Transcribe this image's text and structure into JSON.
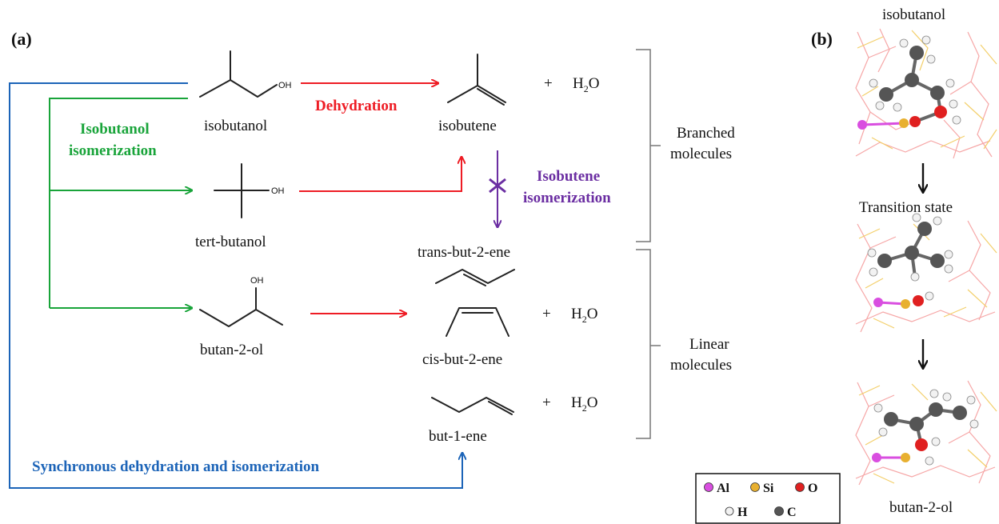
{
  "panel_a": {
    "label": "(a)",
    "compounds": {
      "isobutanol": "isobutanol",
      "tert_butanol": "tert-butanol",
      "butan_2_ol": "butan-2-ol",
      "isobutene": "isobutene",
      "trans_but_2_ene": "trans-but-2-ene",
      "cis_but_2_ene": "cis-but-2-ene",
      "but_1_ene": "but-1-ene"
    },
    "oh_label": "OH",
    "plus": "+",
    "water": {
      "main": "H",
      "sub": "2",
      "tail": "O"
    },
    "pathways": {
      "dehydration": {
        "label": "Dehydration",
        "color": "#ee1c24"
      },
      "isobutanol_isomerization": {
        "line1": "Isobutanol",
        "line2": "isomerization",
        "color": "#19a43a"
      },
      "isobutene_isomerization": {
        "line1": "Isobutene",
        "line2": "isomerization",
        "color": "#6b2ea2"
      },
      "synchronous": {
        "label": "Synchronous dehydration and isomerization",
        "color": "#1c64b8"
      }
    },
    "groups": {
      "branched": {
        "line1": "Branched",
        "line2": "molecules"
      },
      "linear": {
        "line1": "Linear",
        "line2": "molecules"
      }
    }
  },
  "panel_b": {
    "label": "(b)",
    "stages": {
      "top": "isobutanol",
      "middle": "Transition state",
      "bottom": "butan-2-ol"
    },
    "legend": [
      {
        "symbol": "Al",
        "color": "#d94ee0"
      },
      {
        "symbol": "Si",
        "color": "#e8b030"
      },
      {
        "symbol": "O",
        "color": "#e02020"
      },
      {
        "symbol": "H",
        "color": "#f2f2f2"
      },
      {
        "symbol": "C",
        "color": "#555555"
      }
    ]
  }
}
